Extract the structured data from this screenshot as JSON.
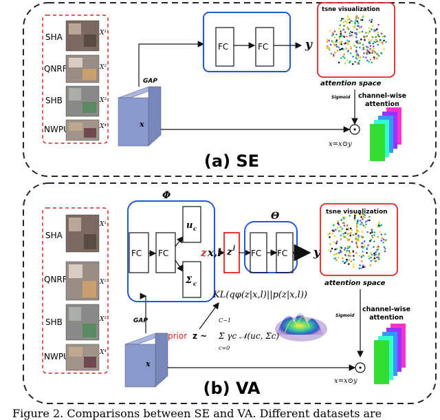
{
  "panel_a": {
    "title": "(a) SE",
    "datasets": [
      "SHA",
      "QNRF",
      "SHB",
      "NWPU"
    ],
    "sample_labels": [
      "X¹",
      "X²",
      "X³",
      "X⁴"
    ],
    "gap_label": "GAP",
    "feature_label": "x",
    "fc1": "FC",
    "fc2": "FC",
    "output_label": "y",
    "tsne_title": "tsne visualization",
    "attention_space": "attention space",
    "sigmoid_label": "Sigmoid",
    "channel_attention_line1": "channel-wise",
    "channel_attention_line2": "attention",
    "formula": "x=x⊙y"
  },
  "panel_b": {
    "title": "(b) VA",
    "datasets": [
      "SHA",
      "QNRF",
      "SHB",
      "NWPU"
    ],
    "sample_labels": [
      "X¹",
      "X²",
      "X³",
      "X⁴"
    ],
    "phi_label": "Φ",
    "theta_label": "Θ",
    "fc_label": "FC",
    "mu_label": "u",
    "mu_sub": "c",
    "sigma_label": "Σ",
    "sigma_sub": "c",
    "z_label": "z",
    "xl_label": "x,l",
    "zj_label": "z",
    "zj_sup": "j",
    "output_label": "y",
    "kl_formula": "KL(qφ(z|x,l)||p(z|x,l))",
    "prior_label": "prior",
    "prior_z": "z ~",
    "prior_formula": "Σ γc 𝒩(uc, Σc)",
    "sum_top": "C−1",
    "sum_bottom": "c=0",
    "gap_label": "GAP",
    "feature_label": "x",
    "tsne_title": "tsne visualization",
    "attention_space": "attention space",
    "sigmoid_label": "Sigmoid",
    "channel_attention_line1": "channel-wise",
    "channel_attention_line2": "attention",
    "formula": "x=x⊙y"
  },
  "caption": "Figure 2. Comparisons between SE and VA. Different datasets are",
  "colors": {
    "blue_box": "#2255dd",
    "red_box": "#dd2222",
    "feature_block": "#8899cc",
    "dashed_border": "#222233"
  }
}
